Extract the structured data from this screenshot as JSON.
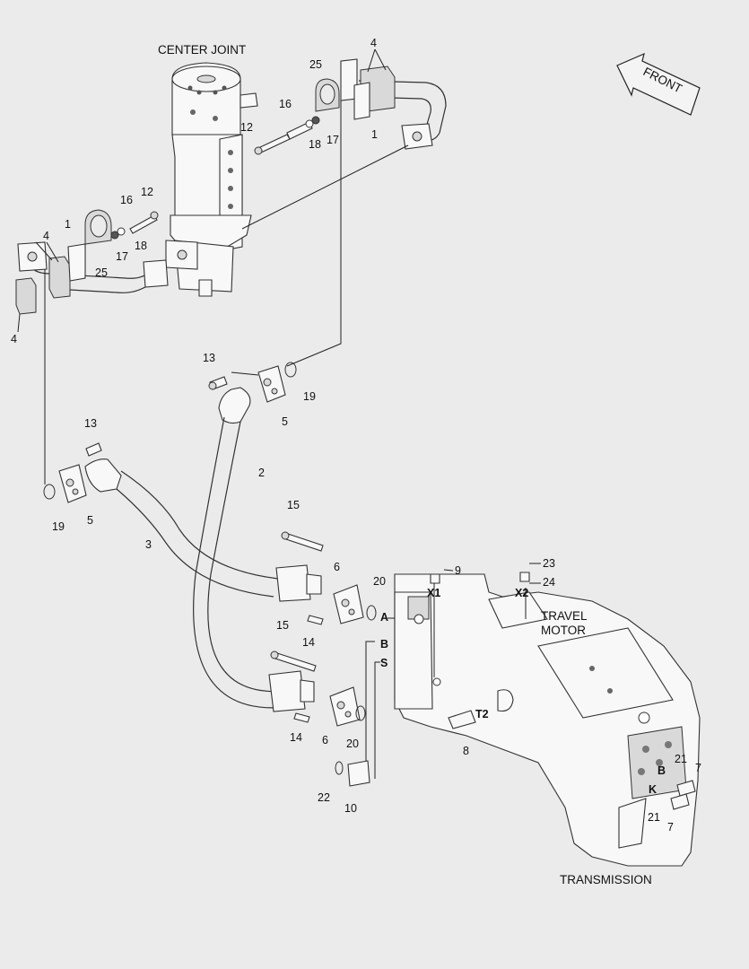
{
  "titles": {
    "center_joint": "CENTER JOINT",
    "travel_motor_1": "TRAVEL",
    "travel_motor_2": "MOTOR",
    "transmission": "TRANSMISSION",
    "front": "FRONT"
  },
  "callouts": [
    {
      "id": "c4a",
      "text": "4"
    },
    {
      "id": "c25a",
      "text": "25"
    },
    {
      "id": "c16a",
      "text": "16"
    },
    {
      "id": "c12a",
      "text": "12"
    },
    {
      "id": "c18a",
      "text": "18"
    },
    {
      "id": "c17a",
      "text": "17"
    },
    {
      "id": "c1a",
      "text": "1"
    },
    {
      "id": "c16b",
      "text": "16"
    },
    {
      "id": "c12b",
      "text": "12"
    },
    {
      "id": "c1b",
      "text": "1"
    },
    {
      "id": "c4b",
      "text": "4"
    },
    {
      "id": "c18b",
      "text": "18"
    },
    {
      "id": "c17b",
      "text": "17"
    },
    {
      "id": "c25b",
      "text": "25"
    },
    {
      "id": "c4c",
      "text": "4"
    },
    {
      "id": "c13a",
      "text": "13"
    },
    {
      "id": "c19a",
      "text": "19"
    },
    {
      "id": "c5a",
      "text": "5"
    },
    {
      "id": "c13b",
      "text": "13"
    },
    {
      "id": "c2",
      "text": "2"
    },
    {
      "id": "c19b",
      "text": "19"
    },
    {
      "id": "c5b",
      "text": "5"
    },
    {
      "id": "c3",
      "text": "3"
    },
    {
      "id": "c15a",
      "text": "15"
    },
    {
      "id": "c6a",
      "text": "6"
    },
    {
      "id": "c20a",
      "text": "20"
    },
    {
      "id": "c14a",
      "text": "14"
    },
    {
      "id": "c15b",
      "text": "15"
    },
    {
      "id": "c14b",
      "text": "14"
    },
    {
      "id": "c6b",
      "text": "6"
    },
    {
      "id": "c20b",
      "text": "20"
    },
    {
      "id": "c8",
      "text": "8"
    },
    {
      "id": "c22",
      "text": "22"
    },
    {
      "id": "c10",
      "text": "10"
    },
    {
      "id": "c9",
      "text": "9"
    },
    {
      "id": "c23",
      "text": "23"
    },
    {
      "id": "c24",
      "text": "24"
    },
    {
      "id": "c21a",
      "text": "21"
    },
    {
      "id": "c7a",
      "text": "7"
    },
    {
      "id": "c21b",
      "text": "21"
    },
    {
      "id": "c7b",
      "text": "7"
    }
  ],
  "ports": {
    "a": "A",
    "b": "B",
    "s": "S",
    "x1": "X1",
    "x2": "X2",
    "t2": "T2",
    "b2": "B",
    "k": "K"
  }
}
